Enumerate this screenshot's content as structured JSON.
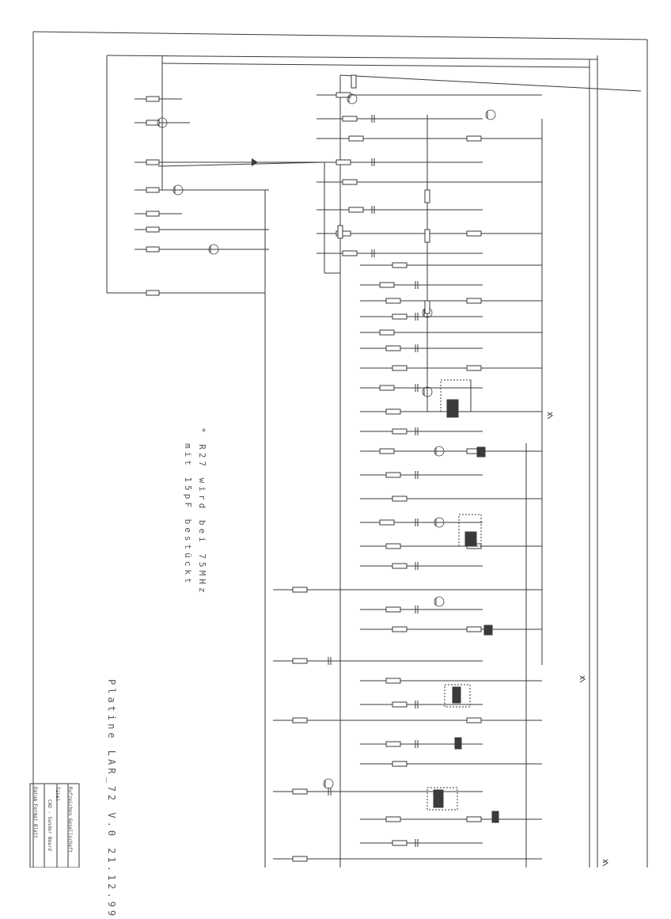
{
  "drawing": {
    "title": "Platine LAR_72 V.0   21.12.99",
    "note_line1": "* R27 wird bei 75MHz",
    "note_line2": "mit 15pF bestückt"
  },
  "title_block": {
    "row1": "Rufzeichen  Gesellschaft",
    "row2": "Titel",
    "row3": "CAD - Sender Board",
    "row4": "Datum  Format  Blatt"
  },
  "colors": {
    "ink": "#3a3a3a",
    "paper": "#ffffff"
  }
}
